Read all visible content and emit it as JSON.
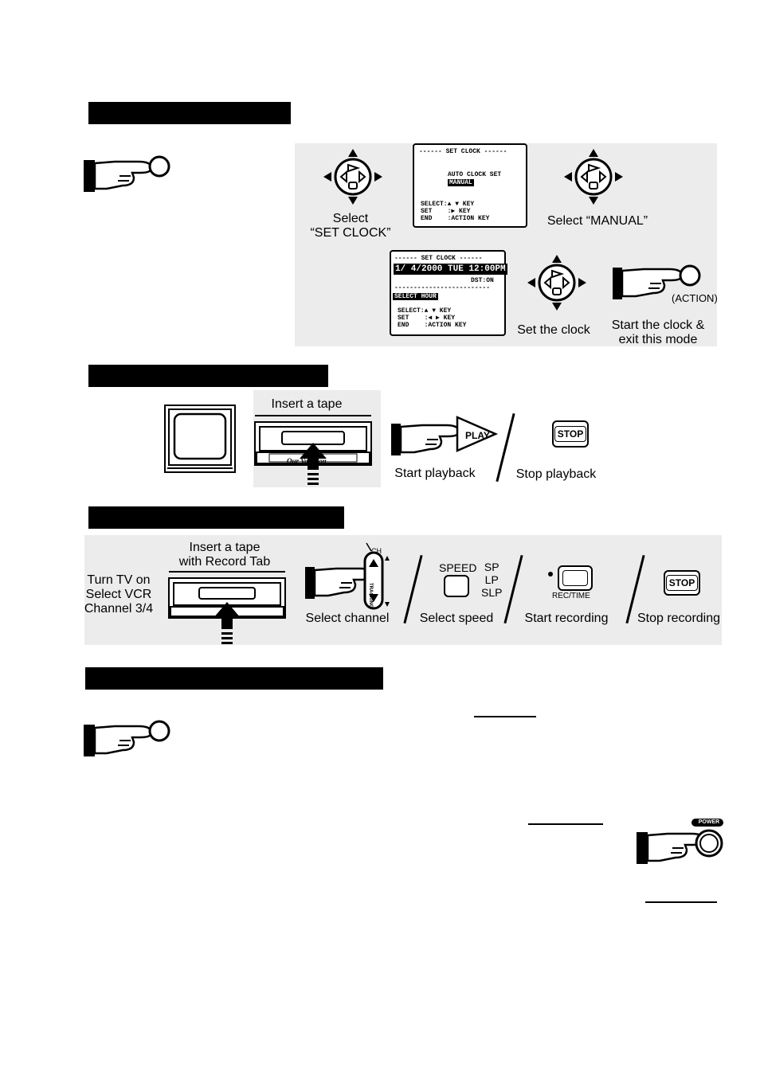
{
  "clock": {
    "select_set_clock": [
      "Select",
      "“SET CLOCK”"
    ],
    "select_manual": "Select “MANUAL”",
    "set_the_clock": "Set the clock",
    "start_clock": [
      "Start the clock &",
      "exit this mode"
    ],
    "action_label": "(ACTION)",
    "menu1": {
      "title": "------ SET CLOCK ------",
      "opt1": "AUTO CLOCK SET",
      "opt2": "MANUAL",
      "l1": "SELECT:▲ ▼ KEY",
      "l2": "SET    :▶ KEY",
      "l3": "END    :ACTION KEY"
    },
    "menu2": {
      "title": "------ SET CLOCK ------",
      "datetime": "1/ 4/2000 TUE 12:00PM",
      "dst": "DST:ON",
      "divider": "-------------------------",
      "select_hour": "SELECT HOUR",
      "l1": "SELECT:▲ ▼ KEY",
      "l2": "SET    :◀ ▶ KEY",
      "l3": "END    :ACTION KEY"
    }
  },
  "playback": {
    "insert_tape": "Insert a tape",
    "tape_label": "Our Vacation",
    "play_button": "PLAY",
    "start_playback": "Start playback",
    "stop_button": "STOP",
    "stop_playback": "Stop playback"
  },
  "recording": {
    "insert_tape": [
      "Insert a tape",
      "with Record Tab"
    ],
    "turn_tv_on": [
      "Turn TV on",
      "Select VCR",
      "Channel 3/4"
    ],
    "ch_label": "CH",
    "tracking_label": "TRACKING",
    "select_channel": "Select channel",
    "speed_label": "SPEED",
    "speeds": [
      "SP",
      "LP",
      "SLP"
    ],
    "select_speed": "Select speed",
    "rec_time_label": "REC/TIME",
    "start_recording": "Start recording",
    "stop_button": "STOP",
    "stop_recording": "Stop recording"
  },
  "power": {
    "power_label": "POWER"
  }
}
